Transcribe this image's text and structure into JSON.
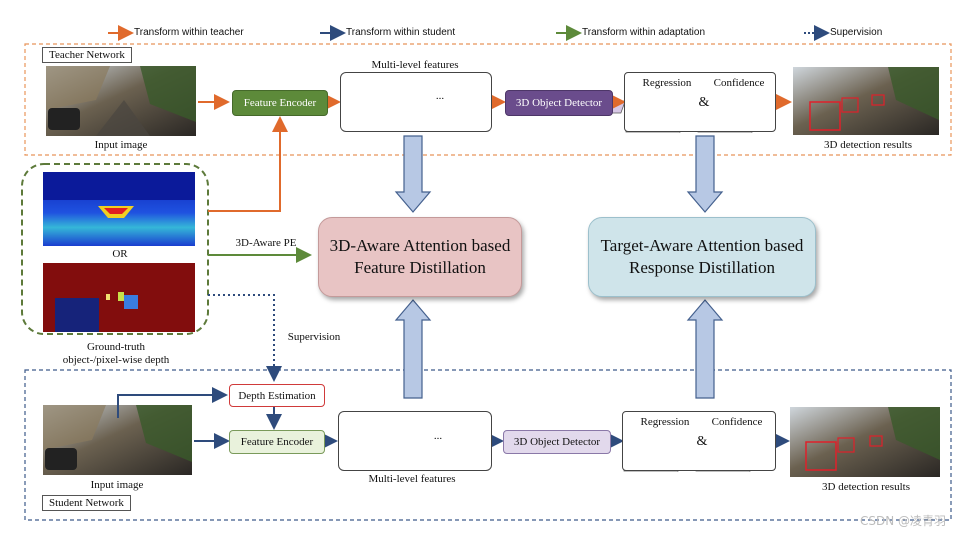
{
  "legend": {
    "teacher": "Transform within teacher",
    "student": "Transform within student",
    "adaptation": "Transform within adaptation",
    "supervision": "Supervision"
  },
  "colors": {
    "teacher_arrow": "#e06a2c",
    "student_arrow": "#2e4b7c",
    "adaptation_arrow": "#5d8a3a",
    "feature_distill_fill": "#e8c4c4",
    "response_distill_fill": "#cfe4ea",
    "detector_fill_teacher": "#6a4c8c",
    "detector_fill_student": "#e2d9ec",
    "encoder_fill_teacher": "#5d8a3a",
    "encoder_fill_student": "#e9f2dc"
  },
  "teacher": {
    "label": "Teacher Network",
    "input_caption": "Input image",
    "encoder": "Feature Encoder",
    "features_title": "Multi-level features",
    "ellipsis": "...",
    "detector": "3D Object Detector",
    "regression": "Regression",
    "ampersand": "&",
    "confidence": "Confidence",
    "results_caption": "3D detection results"
  },
  "middle": {
    "or": "OR",
    "gt_caption_line1": "Ground-truth",
    "gt_caption_line2": "object-/pixel-wise depth",
    "pe_label": "3D-Aware PE",
    "supervision_label": "Supervision",
    "feature_distill_line1": "3D-Aware Attention based",
    "feature_distill_line2": "Feature Distillation",
    "response_distill_line1": "Target-Aware Attention based",
    "response_distill_line2": "Response Distillation"
  },
  "student": {
    "label": "Student Network",
    "input_caption": "Input image",
    "depth": "Depth Estimation",
    "encoder": "Feature Encoder",
    "features_title": "Multi-level features",
    "ellipsis": "...",
    "detector": "3D Object Detector",
    "regression": "Regression",
    "ampersand": "&",
    "confidence": "Confidence",
    "results_caption": "3D detection results"
  },
  "watermark": "CSDN @凌青羽"
}
